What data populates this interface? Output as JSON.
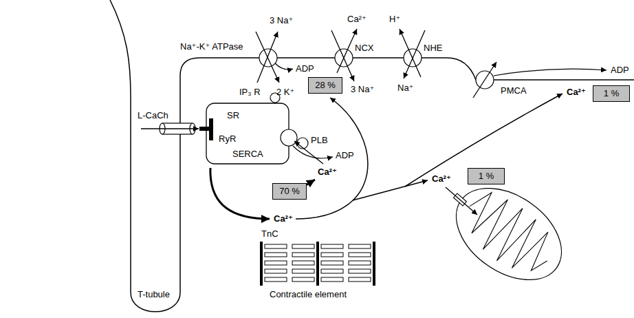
{
  "diagram": {
    "nodes": [
      {
        "text": [
          "28 %"
        ]
      },
      {
        "text": [
          "1 %"
        ]
      },
      {
        "text": [
          "1 %"
        ]
      },
      {
        "text": [
          "70 %"
        ]
      }
    ],
    "labels": [
      "3 Na⁺",
      "Ca²⁺",
      "H⁺",
      "Na⁺-K⁺ ATPase",
      "NCX",
      "NHE",
      "ADP",
      "2 K⁺",
      "3 Na⁺",
      "Na⁺",
      "PMCA",
      "ADP",
      "Ca²⁺",
      "L-CaCh",
      "IP₃ R",
      "SR",
      "RyR",
      "SERCA",
      "PLB",
      "ADP",
      "Ca²⁺",
      "Ca²⁺",
      "Ca²⁺",
      "TnC",
      "Contractile element",
      "T-tubule"
    ]
  }
}
